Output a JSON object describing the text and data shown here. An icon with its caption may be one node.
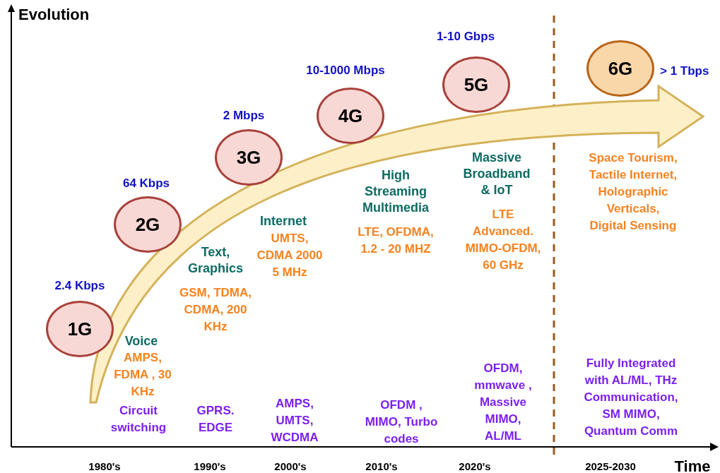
{
  "diagram": {
    "nodes": [
      {
        "text": [
          "1G"
        ],
        "beside": [
          "2.4 Kbps"
        ]
      },
      {
        "text": [
          "2G"
        ],
        "beside": [
          "64 Kbps"
        ]
      },
      {
        "text": [
          "3G"
        ],
        "beside": [
          "2 Mbps"
        ]
      },
      {
        "text": [
          "4G"
        ],
        "beside": [
          "10-1000 Mbps"
        ]
      },
      {
        "text": [
          "5G"
        ],
        "beside": [
          "1-10 Gbps"
        ]
      },
      {
        "text": [
          "6G"
        ],
        "beside": [
          "> 1 Tbps"
        ]
      }
    ],
    "labels": [
      "Evolution",
      "Voice",
      "AMPS, FDMA , 30 KHz",
      "Circuit switching",
      "Text, Graphics",
      "GSM, TDMA, CDMA, 200 KHz",
      "GPRS. EDGE",
      "Internet",
      "UMTS, CDMA 2000 5 MHz",
      "AMPS, UMTS, WCDMA",
      "High Streaming Multimedia",
      "LTE, OFDMA, 1.2 - 20 MHZ",
      "OFDM , MIMO, Turbo codes",
      "Massive Broadband & IoT",
      "LTE Advanced. MIMO-OFDM, 60 GHz",
      "OFDM, mmwave , Massive MIMO, AL/ML",
      "Space Tourism, Tactile Internet, Holographic Verticals, Digital Sensing",
      "Fully Integrated with AL/ML, THz Communication, SM MIMO, Quantum Comm",
      "1980's",
      "1990's",
      "2000's",
      "2010's",
      "2020's",
      "2025-2030",
      "Time"
    ]
  }
}
